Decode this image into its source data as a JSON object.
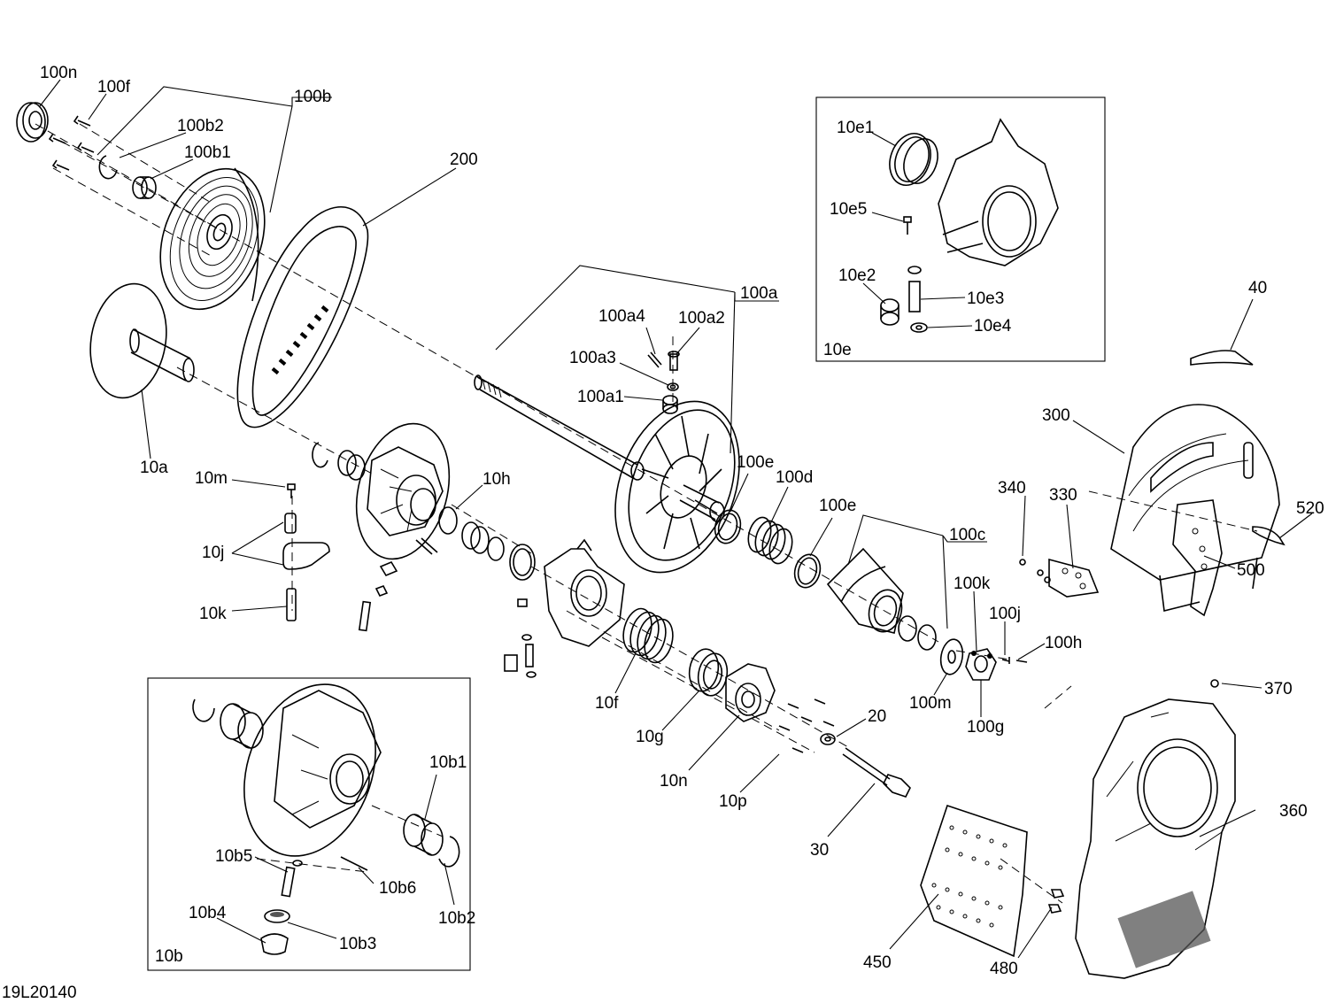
{
  "drawing_id": "19L20140",
  "callouts": {
    "c100n": "100n",
    "c100f": "100f",
    "c100b": "100b",
    "c100b2": "100b2",
    "c100b1": "100b1",
    "c200": "200",
    "c10a": "10a",
    "c100a": "100a",
    "c100a4": "100a4",
    "c100a2": "100a2",
    "c100a3": "100a3",
    "c100a1": "100a1",
    "c10m": "10m",
    "c10j": "10j",
    "c10k": "10k",
    "c10h": "10h",
    "c100e_top": "100e",
    "c100d": "100d",
    "c100e_mid": "100e",
    "c100c": "100c",
    "c100k": "100k",
    "c100j": "100j",
    "c100h": "100h",
    "c100m": "100m",
    "c100g": "100g",
    "c10f": "10f",
    "c10g": "10g",
    "c10n": "10n",
    "c10p": "10p",
    "c20": "20",
    "c30": "30",
    "c40": "40",
    "c300": "300",
    "c340": "340",
    "c330": "330",
    "c520": "520",
    "c500": "500",
    "c370": "370",
    "c360": "360",
    "c450": "450",
    "c480": "480"
  },
  "inset_10e": {
    "label": "10e",
    "callouts": {
      "c10e1": "10e1",
      "c10e5": "10e5",
      "c10e2": "10e2",
      "c10e3": "10e3",
      "c10e4": "10e4"
    }
  },
  "inset_10b": {
    "label": "10b",
    "callouts": {
      "c10b1": "10b1",
      "c10b2": "10b2",
      "c10b5": "10b5",
      "c10b6": "10b6",
      "c10b4": "10b4",
      "c10b3": "10b3"
    }
  },
  "colors": {
    "line": "#000000",
    "background": "#ffffff"
  }
}
